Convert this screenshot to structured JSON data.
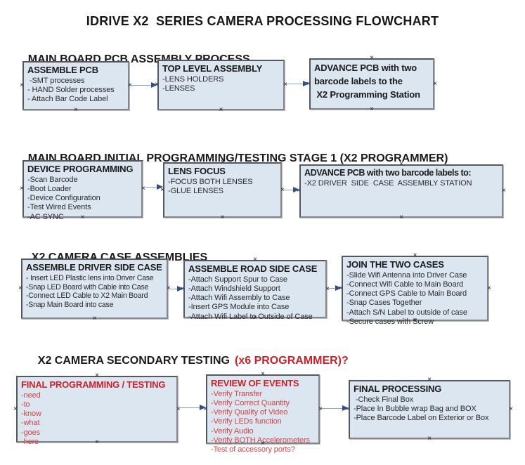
{
  "title": "IDRIVE X2  SERIES CAMERA PROCESSING FLOWCHART",
  "handle_glyph": "×",
  "colors": {
    "box_fill": "#dce6f1",
    "box_border": "#54575b",
    "red_accent": "#c9202a",
    "red_items": "#d04343",
    "arrow_shaft": "#8aa2c8",
    "arrow_head": "#2e4d8a"
  },
  "sections": [
    {
      "header": "MAIN BOARD PCB ASSEMBLY PROCESS",
      "boxes": [
        {
          "heading": "ASSEMBLE PCB",
          "items": [
            " -SMT processes",
            "- HAND Solder processes",
            "- Attach Bar Code Label"
          ]
        },
        {
          "heading": "TOP LEVEL ASSEMBLY",
          "items": [
            "-LENS HOLDERS",
            "-LENSES"
          ]
        },
        {
          "heading": "ADVANCE PCB with two\nbarcode labels to the\n X2 Programming Station",
          "items": []
        }
      ]
    },
    {
      "header": "MAIN BOARD INITIAL PROGRAMMING/TESTING STAGE 1 (X2 PROGRAMMER)",
      "boxes": [
        {
          "heading": "DEVICE PROGRAMMING",
          "items": [
            "-Scan Barcode",
            "-Boot Loader",
            "-Device Configuration",
            "-Test Wired Events",
            "-AC SYNC"
          ]
        },
        {
          "heading": "LENS FOCUS",
          "items": [
            "-FOCUS BOTH LENSES",
            "-GLUE LENSES"
          ]
        },
        {
          "heading": "ADVANCE PCB with two barcode labels to:",
          "items": [
            "-X2 DRIVER  SIDE  CASE  ASSEMBLY STATION"
          ]
        }
      ]
    },
    {
      "header": "X2 CAMERA CASE ASSEMBLIES",
      "boxes": [
        {
          "heading": "ASSEMBLE DRIVER SIDE CASE",
          "items": [
            "- Insert LED Plastic lens into Driver Case",
            "-Snap LED Board with Cable into Case",
            "-Connect LED Cable to X2 Main Board",
            "-Snap Main Board into case"
          ]
        },
        {
          "heading": "ASSEMBLE ROAD SIDE CASE",
          "items": [
            "-Attach Support Spur to Case",
            "-Attach Windshield Support",
            "-Attach Wifi Assembly to Case",
            "-Insert GPS Module into Case",
            "-Attach Wifi Label to Outside of Case"
          ]
        },
        {
          "heading": "JOIN THE TWO CASES",
          "items": [
            "-Slide Wifi Antenna into Driver Case",
            "-Connect Wifi Cable to Main Board",
            "-Connect GPS Cable to Main Board",
            "-Snap Cases Together",
            "-Attach S/N Label to outside of case",
            "-Secure cases with Screw"
          ]
        }
      ]
    },
    {
      "header": "X2 CAMERA SECONDARY TESTING",
      "header_accent": "(x6 PROGRAMMER)?",
      "boxes": [
        {
          "heading": "FINAL PROGRAMMING / TESTING",
          "items": [
            "-need",
            "-to",
            "-know",
            "-what",
            "-goes",
            "-here"
          ]
        },
        {
          "heading": "REVIEW OF EVENTS",
          "items": [
            "-Verify Transfer",
            "-Verify Correct Quantity",
            "-Verify Quality of Video",
            "-Verify LEDs function",
            "-Verify Audio",
            "-Verify BOTH Accelerometers",
            "-Test of accessory ports?"
          ]
        },
        {
          "heading": "FINAL PROCESSING",
          "items": [
            " -Check Final Box",
            "-Place In Bubble wrap Bag and BOX",
            "-Place Barcode Label on Exterior or Box"
          ]
        }
      ]
    }
  ]
}
